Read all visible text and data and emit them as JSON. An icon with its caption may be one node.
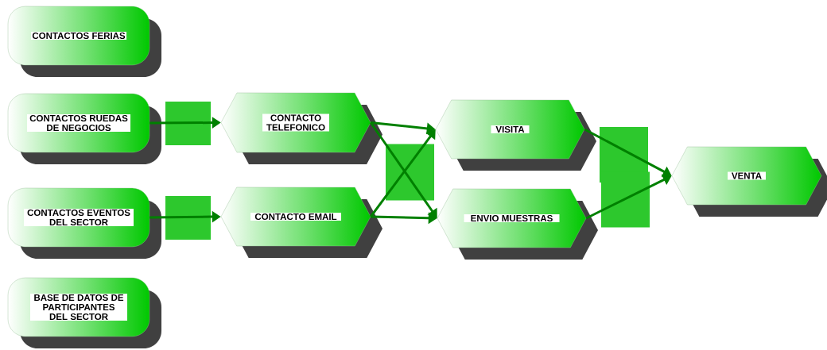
{
  "diagram": {
    "nodes": [
      {
        "text": [
          "CONTACTOS FERIAS"
        ]
      },
      {
        "text": [
          "CONTACTOS RUEDAS DE NEGOCIOS"
        ]
      },
      {
        "text": [
          "CONTACTOS EVENTOS DEL SECTOR"
        ]
      },
      {
        "text": [
          "BASE DE DATOS DE PARTICIPANTES DEL SECTOR"
        ]
      },
      {
        "text": [
          "CONTACTO TELEFONICO"
        ]
      },
      {
        "text": [
          "CONTACTO EMAIL"
        ]
      },
      {
        "text": [
          "VISITA"
        ]
      },
      {
        "text": [
          "ENVIO MUESTRAS"
        ]
      },
      {
        "text": [
          "VENTA"
        ]
      }
    ],
    "edges": [
      {
        "from": 1,
        "to": 4,
        "arrow": "to"
      },
      {
        "from": 2,
        "to": 5,
        "arrow": "to"
      },
      {
        "from": 4,
        "to": 6,
        "arrow": "to"
      },
      {
        "from": 4,
        "to": 7,
        "arrow": "to"
      },
      {
        "from": 5,
        "to": 6,
        "arrow": "to"
      },
      {
        "from": 5,
        "to": 7,
        "arrow": "to"
      },
      {
        "from": 6,
        "to": 8,
        "arrow": "to"
      },
      {
        "from": 7,
        "to": 8,
        "arrow": "to"
      }
    ]
  }
}
